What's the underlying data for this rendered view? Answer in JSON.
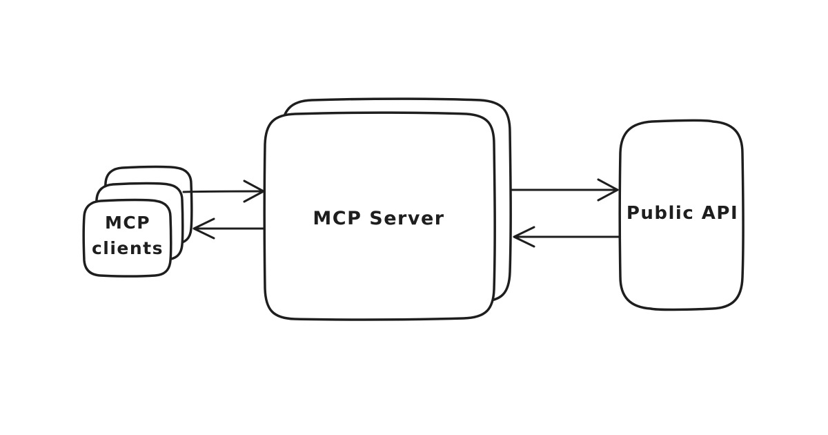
{
  "diagram": {
    "background_color": "#ffffff",
    "stroke_color": "#1e1e1e",
    "nodes": {
      "clients": {
        "label_line1": "MCP",
        "label_line2": "clients",
        "stacked_copies": 3
      },
      "server": {
        "label": "MCP Server",
        "stacked_copies": 2
      },
      "api": {
        "label": "Public API",
        "stacked_copies": 1
      }
    },
    "edges": [
      {
        "from": "MCP clients",
        "to": "MCP Server",
        "direction": "right"
      },
      {
        "from": "MCP Server",
        "to": "MCP clients",
        "direction": "left"
      },
      {
        "from": "MCP Server",
        "to": "Public API",
        "direction": "right"
      },
      {
        "from": "Public API",
        "to": "MCP Server",
        "direction": "left"
      }
    ]
  }
}
